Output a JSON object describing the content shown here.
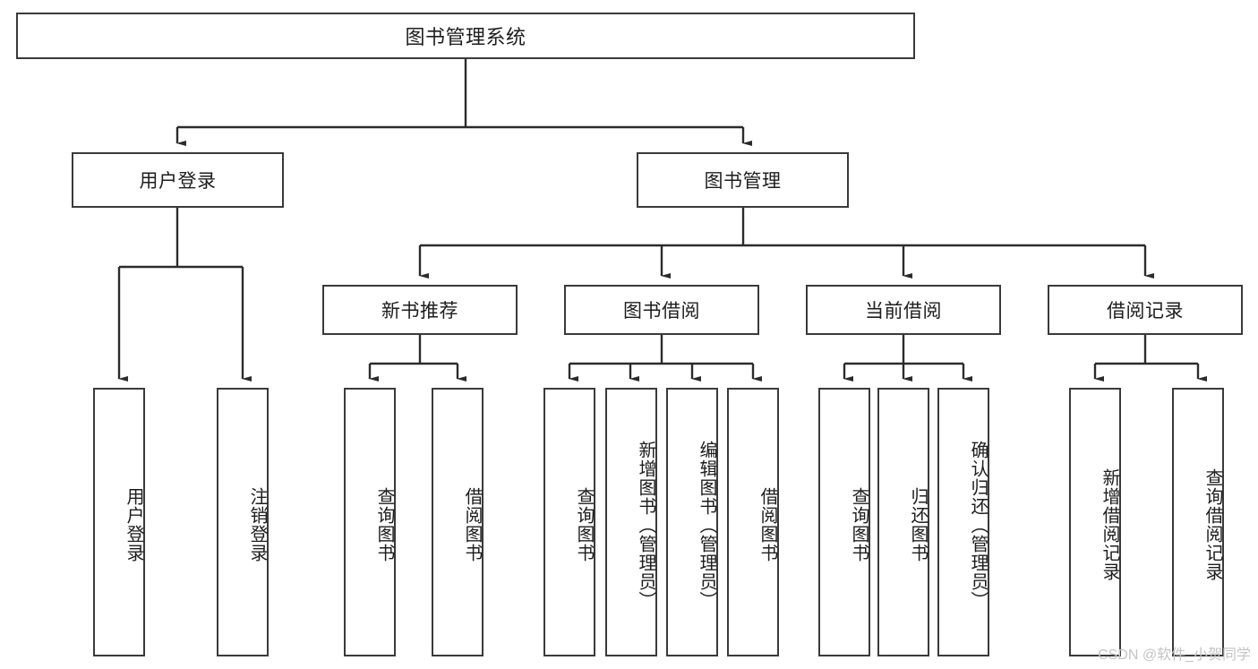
{
  "diagram": {
    "title": "图书管理系统",
    "stroke_color": "#3a3a3a",
    "text_color": "#1d1d1d",
    "background": "#ffffff"
  },
  "root": {
    "label": "图书管理系统"
  },
  "level2": [
    {
      "label": "用户登录"
    },
    {
      "label": "图书管理"
    }
  ],
  "level3": [
    {
      "label": "新书推荐"
    },
    {
      "label": "图书借阅"
    },
    {
      "label": "当前借阅"
    },
    {
      "label": "借阅记录"
    }
  ],
  "leaves": [
    {
      "label": "用户登录"
    },
    {
      "label": "注销登录"
    },
    {
      "label": "查询图书"
    },
    {
      "label": "借阅图书"
    },
    {
      "label": "查询图书"
    },
    {
      "label": "新增图书（管理员）"
    },
    {
      "label": "编辑图书（管理员）"
    },
    {
      "label": "借阅图书"
    },
    {
      "label": "查询图书"
    },
    {
      "label": "归还图书"
    },
    {
      "label": "确认归还（管理员）"
    },
    {
      "label": "新增借阅记录"
    },
    {
      "label": "查询借阅记录"
    }
  ],
  "watermark": {
    "text": "CSDN @软件_小贺同学"
  }
}
